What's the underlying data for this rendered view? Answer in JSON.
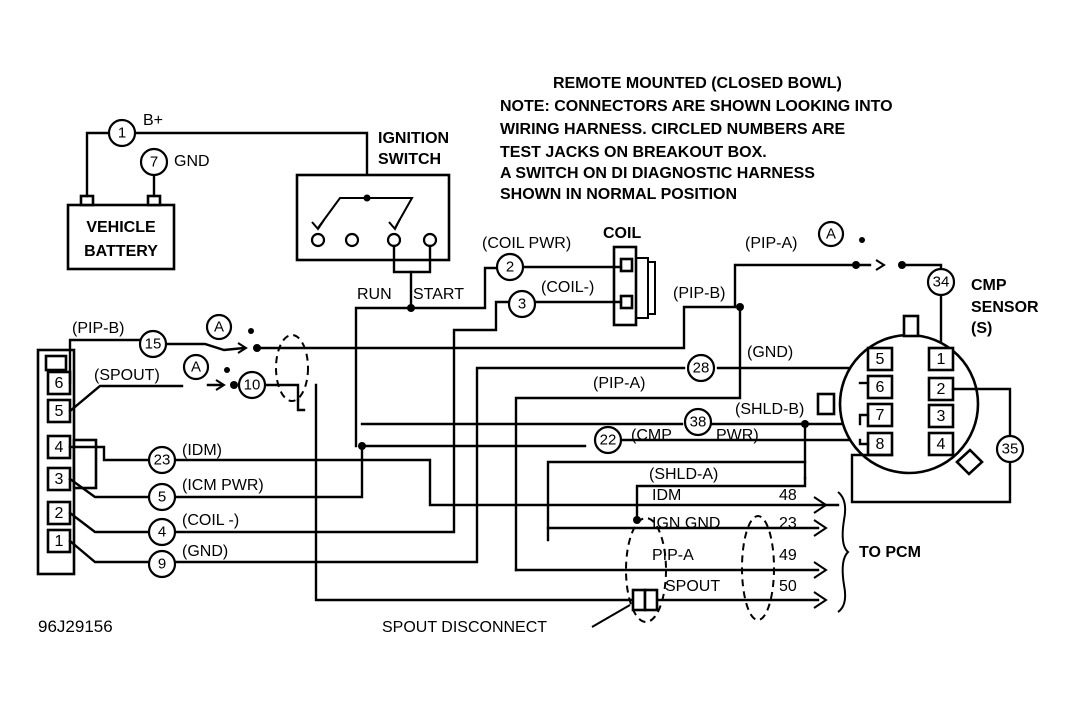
{
  "note": {
    "title": "REMOTE MOUNTED (CLOSED BOWL)",
    "lines": [
      "NOTE: CONNECTORS ARE SHOWN LOOKING INTO",
      "WIRING HARNESS.  CIRCLED NUMBERS ARE",
      "TEST JACKS ON BREAKOUT BOX.",
      "A SWITCH ON DI DIAGNOSTIC HARNESS",
      "SHOWN IN NORMAL POSITION"
    ]
  },
  "battery": {
    "line1": "VEHICLE",
    "line2": "BATTERY",
    "bplus": "B+",
    "gnd": "GND"
  },
  "ignition": {
    "line1": "IGNITION",
    "line2": "SWITCH",
    "run": "RUN",
    "start": "START"
  },
  "coil": {
    "title": "COIL",
    "pwr": "(COIL PWR)",
    "neg": "(COIL-)"
  },
  "cmp": {
    "line1": "CMP",
    "line2": "SENSOR",
    "line3": "(S)"
  },
  "wires": {
    "pip_b_left": "(PIP-B)",
    "spout": "(SPOUT)",
    "idm": "(IDM)",
    "icm_pwr": "(ICM PWR)",
    "coil_neg": "(COIL -)",
    "gnd": "(GND)",
    "pip_b_mid": "(PIP-B)",
    "pip_a_top": "(PIP-A)",
    "gnd_mid": "(GND)",
    "pip_a_mid": "(PIP-A)",
    "shld_b": "(SHLD-B)",
    "cmp_pwr_1": "(CMP",
    "cmp_pwr_2": "PWR)",
    "shld_a": "(SHLD-A)"
  },
  "switch_marker": "A",
  "jacks": {
    "j1": "1",
    "j7": "7",
    "j2": "2",
    "j3": "3",
    "j15": "15",
    "j10": "10",
    "j23": "23",
    "j5": "5",
    "j4": "4",
    "j9": "9",
    "j28": "28",
    "j38": "38",
    "j22": "22",
    "j34": "34",
    "j35": "35"
  },
  "left_connector": {
    "pins": [
      "6",
      "5",
      "4",
      "3",
      "2",
      "1"
    ]
  },
  "cmp_pins": {
    "left": [
      "5",
      "6",
      "7",
      "8"
    ],
    "right": [
      "1",
      "2",
      "3",
      "4"
    ]
  },
  "pcm": {
    "label": "TO PCM",
    "rows": [
      {
        "name": "IDM",
        "pin": "48"
      },
      {
        "name": "IGN GND",
        "pin": "23"
      },
      {
        "name": "PIP-A",
        "pin": "49"
      },
      {
        "name": "SPOUT",
        "pin": "50"
      }
    ]
  },
  "spout_disconnect": "SPOUT DISCONNECT",
  "figure_id": "96J29156"
}
